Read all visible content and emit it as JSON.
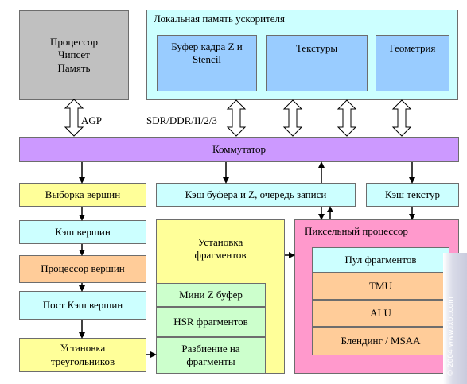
{
  "colors": {
    "gray": "#c0c0c0",
    "light_cyan": "#ccffff",
    "blue": "#99ccff",
    "purple": "#cc99ff",
    "yellow": "#ffff99",
    "orange": "#ffcc99",
    "pink": "#ff99cc",
    "green": "#ccffcc"
  },
  "top": {
    "host_lines": [
      "Процессор",
      "Чипсет",
      "Память"
    ],
    "local_memory": {
      "title": "Локальная память ускорителя",
      "frame_buffer": "Буфер кадра Z и Stencil",
      "textures": "Текстуры",
      "geometry": "Геометрия"
    },
    "agp_label": "AGP",
    "memory_bus_label": "SDR/DDR/II/2/3"
  },
  "switch": "Коммутатор",
  "left_column": {
    "vertex_fetch": "Выборка вершин",
    "vertex_cache": "Кэш вершин",
    "vertex_processor": "Процессор вершин",
    "post_vertex_cache": "Пост Кэш вершин",
    "triangle_setup": "Установка треугольников"
  },
  "middle": {
    "buffer_cache": "Кэш буфера и Z, очередь записи",
    "fragment_setup": "Установка фрагментов",
    "mini_z": "Мини Z буфер",
    "hsr": "HSR фрагментов",
    "fragment_split": "Разбиение на фрагменты"
  },
  "right": {
    "texture_cache": "Кэш текстур",
    "pixel_processor": "Пиксельный процессор",
    "fragment_pool": "Пул фрагментов",
    "tmu": "TMU",
    "alu": "ALU",
    "blending": "Блендинг / MSAA"
  },
  "watermark": "© 2004 www.ixbt.com"
}
